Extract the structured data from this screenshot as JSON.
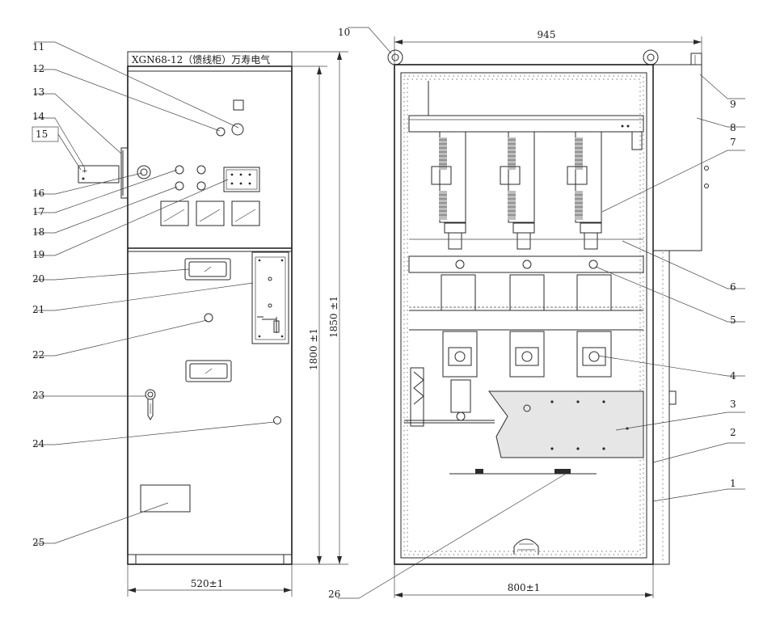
{
  "panel_title": "XGN68-12（馈线柜）万寿电气",
  "dimensions": {
    "front_width": "520±1",
    "depth_width": "800±1",
    "top_width": "945",
    "height_inner": "1800 ±1",
    "height_outer": "1850 ±1"
  },
  "callouts_left": [
    "11",
    "12",
    "13",
    "14",
    "15",
    "16",
    "17",
    "18",
    "19",
    "20",
    "21",
    "22",
    "23",
    "24",
    "25"
  ],
  "callouts_right": [
    "9",
    "8",
    "7",
    "6",
    "5",
    "4",
    "3",
    "2",
    "1"
  ],
  "callout_top": "10",
  "callout_bottom": "26"
}
